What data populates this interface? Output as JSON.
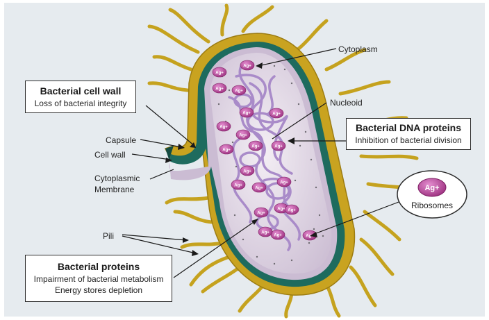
{
  "background_color": "#e6ebef",
  "colors": {
    "capsule": "#c9a320",
    "cell_wall": "#1e6b5e",
    "cytoplasm": "#ddd3e0",
    "pili": "#c5a21e",
    "nucleoid": "#a98bc9",
    "ag_particle": "#b0428f"
  },
  "ag_label": "Ag+",
  "callouts": {
    "cell_wall": {
      "title": "Bacterial cell wall",
      "line1": "Loss of bacterial integrity"
    },
    "dna": {
      "title": "Bacterial DNA proteins",
      "line1": "Inhibition of bacterial division"
    },
    "proteins": {
      "title": "Bacterial proteins",
      "line1": "Impairment of bacterial metabolism",
      "line2": "Energy stores depletion"
    },
    "ribosomes": {
      "badge": "Ag+",
      "label": "Ribosomes"
    }
  },
  "labels": {
    "cytoplasm": "Cytoplasm",
    "nucleoid": "Nucleoid",
    "capsule": "Capsule",
    "cell_wall": "Cell wall",
    "cytoplasmic_membrane_line1": "Cytoplasmic",
    "cytoplasmic_membrane_line2": "Membrane",
    "pili": "Pili"
  }
}
